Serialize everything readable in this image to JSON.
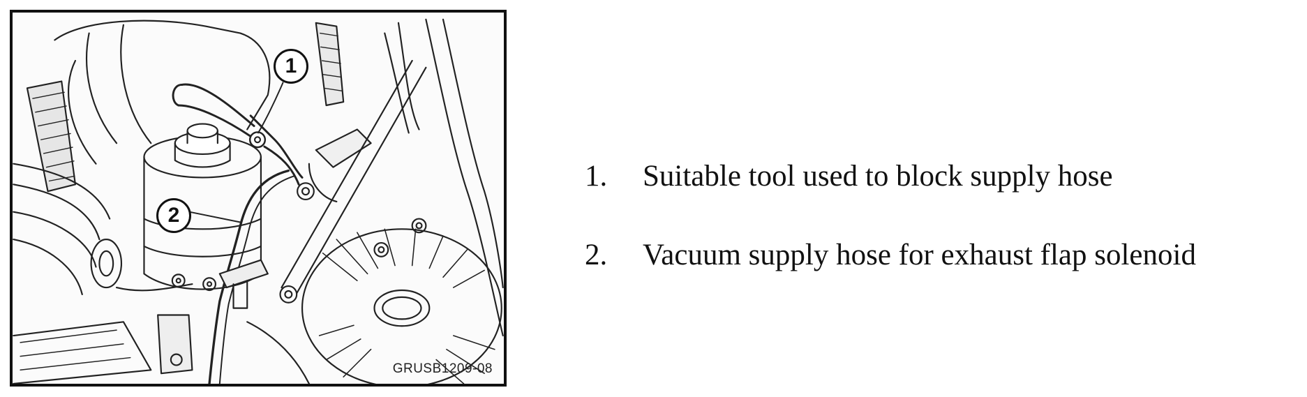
{
  "figure": {
    "callouts": [
      {
        "number": "1"
      },
      {
        "number": "2"
      }
    ],
    "code": "GRUSB1209-08"
  },
  "legend": [
    {
      "number": "1.",
      "text": "Suitable tool used to block supply hose"
    },
    {
      "number": "2.",
      "text": "Vacuum supply hose for exhaust flap solenoid"
    }
  ]
}
